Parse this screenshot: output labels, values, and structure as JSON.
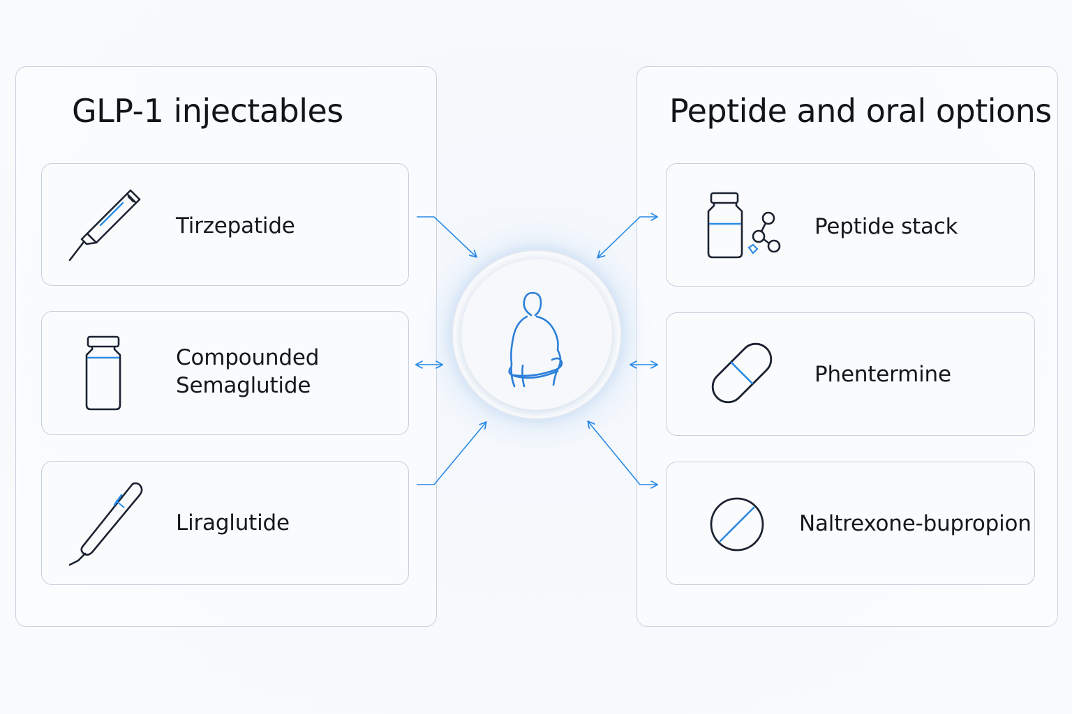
{
  "colors": {
    "accent": "#2b8ae6",
    "text": "#14171b",
    "border": "#c5cfdb",
    "icon_stroke": "#1b2230"
  },
  "left_panel": {
    "title": "GLP-1 injectables",
    "items": [
      {
        "icon": "pen-injector-icon",
        "label": "Tirzepatide"
      },
      {
        "icon": "vial-icon",
        "label_lines": [
          "Compounded",
          "Semaglutide"
        ]
      },
      {
        "icon": "injector-pen-icon",
        "label": "Liraglutide"
      }
    ]
  },
  "right_panel": {
    "title": "Peptide and oral options",
    "items": [
      {
        "icon": "vial-molecule-icon",
        "label": "Peptide stack"
      },
      {
        "icon": "capsule-icon",
        "label": "Phentermine"
      },
      {
        "icon": "tablet-icon",
        "label": "Naltrexone-bupropion"
      }
    ]
  },
  "hub": {
    "icon": "body-waist-measure-icon"
  }
}
